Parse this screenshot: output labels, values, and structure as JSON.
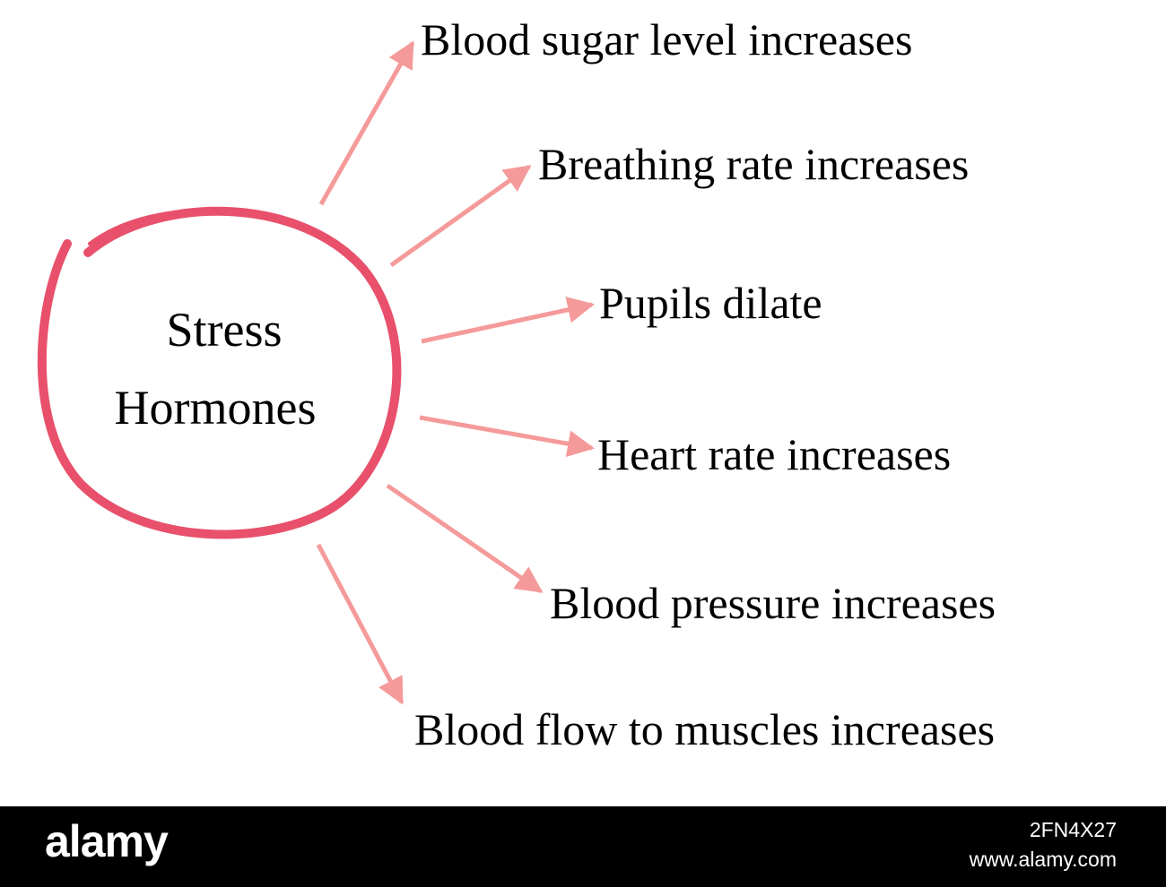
{
  "diagram": {
    "center": {
      "line1": "Stress",
      "line2": "Hormones"
    },
    "effects": [
      "Blood sugar level increases",
      "Breathing rate increases",
      "Pupils dilate",
      "Heart rate increases",
      "Blood pressure increases",
      "Blood flow to muscles increases"
    ],
    "colors": {
      "circle": "#e8506b",
      "arrow": "#f59a9a",
      "text": "#000000"
    }
  },
  "footer": {
    "logo": "alamy",
    "image_id": "2FN4X27",
    "site": "www.alamy.com"
  }
}
